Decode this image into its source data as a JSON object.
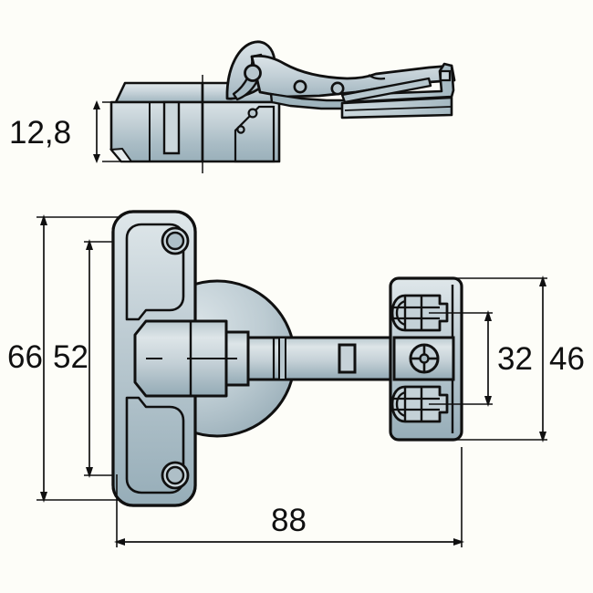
{
  "drawing": {
    "title": "Concealed cabinet hinge – technical dimension drawing",
    "background_color": "#fdfdf8",
    "line_color": "#101010",
    "metal_light": "#d7e0e4",
    "metal_mid": "#b6c6cd",
    "metal_dark": "#8ea4ae",
    "views": [
      {
        "name": "top-view",
        "label": "side elevation of hinge cup with opened arm linkage"
      },
      {
        "name": "front-view",
        "label": "plan view of hinge with mounting plate"
      }
    ]
  },
  "dimensions": {
    "thickness": {
      "value": "12,8",
      "unit": "mm",
      "view": "top-view",
      "orientation": "vertical"
    },
    "plate_height_outer": {
      "value": "66",
      "unit": "mm",
      "view": "front-view",
      "orientation": "vertical"
    },
    "plate_hole_spacing": {
      "value": "52",
      "unit": "mm",
      "view": "front-view",
      "orientation": "vertical"
    },
    "mount_hole_spacing": {
      "value": "32",
      "unit": "mm",
      "view": "front-view",
      "orientation": "vertical"
    },
    "mount_plate_height": {
      "value": "46",
      "unit": "mm",
      "view": "front-view",
      "orientation": "vertical"
    },
    "overall_length": {
      "value": "88",
      "unit": "mm",
      "view": "front-view",
      "orientation": "horizontal"
    }
  }
}
